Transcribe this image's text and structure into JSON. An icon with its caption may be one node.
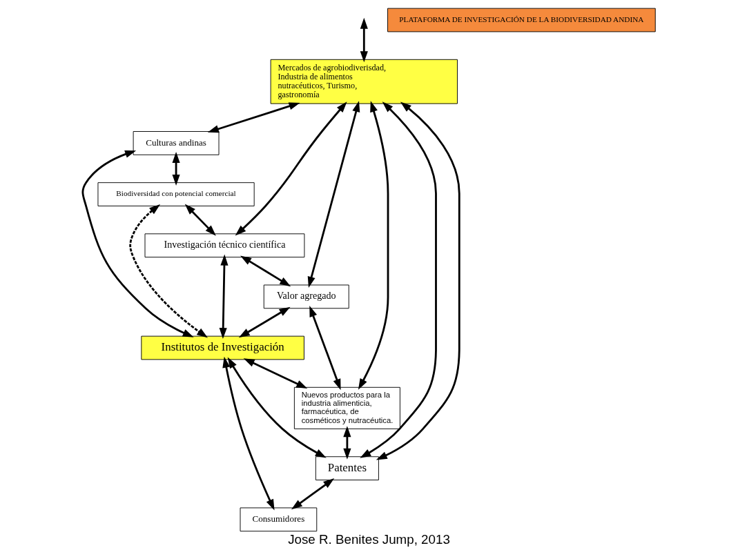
{
  "diagram": {
    "caption": "Jose R. Benites Jump, 2013",
    "nodes": [
      {
        "text": [
          "Mercados de agrobiodiverisdad, Industria de alimentos nutracéuticos, Turismo, gastronomía"
        ]
      },
      {
        "text": [
          "Culturas andinas"
        ]
      },
      {
        "text": [
          "Biodiversidad con potencial comercial"
        ]
      },
      {
        "text": [
          "Investigación técnico científica"
        ]
      },
      {
        "text": [
          "Valor agregado"
        ]
      },
      {
        "text": [
          "Institutos de Investigación"
        ]
      },
      {
        "text": [
          "Nuevos productos para la industria alimenticia, farmacéutica, de cosméticos y nutracéutica."
        ]
      },
      {
        "text": [
          "Patentes"
        ]
      },
      {
        "text": [
          "Consumidores"
        ]
      },
      {
        "text": [
          "PLATAFORMA DE INVESTIGACIÓN DE LA BIODIVERSIDAD ANDINA"
        ]
      }
    ],
    "edges": [
      {
        "from": 0,
        "to": 1,
        "arrow": "both"
      },
      {
        "from": 1,
        "to": 2,
        "arrow": "both"
      },
      {
        "from": 1,
        "to": 5,
        "arrow": "both"
      },
      {
        "from": 2,
        "to": 5,
        "arrow": "both",
        "style": "dashed"
      },
      {
        "from": 2,
        "to": 3,
        "arrow": "both"
      },
      {
        "from": null,
        "to": 0,
        "arrow": "both"
      },
      {
        "from": 3,
        "to": 0,
        "arrow": "both"
      },
      {
        "from": 3,
        "to": 5,
        "arrow": "both"
      },
      {
        "from": 3,
        "to": 4,
        "arrow": "both"
      },
      {
        "from": 0,
        "to": 4,
        "arrow": "both"
      },
      {
        "from": 4,
        "to": 5,
        "arrow": "both"
      },
      {
        "from": 4,
        "to": 6,
        "arrow": "both"
      },
      {
        "from": 0,
        "to": 6,
        "arrow": "both"
      },
      {
        "from": 5,
        "to": 6,
        "arrow": "both"
      },
      {
        "from": 5,
        "to": 7,
        "arrow": "both"
      },
      {
        "from": 6,
        "to": 7,
        "arrow": "both"
      },
      {
        "from": 0,
        "to": 7,
        "arrow": "both"
      },
      {
        "from": 0,
        "to": 7,
        "arrow": "both"
      },
      {
        "from": 7,
        "to": 8,
        "arrow": "both"
      },
      {
        "from": 5,
        "to": 8,
        "arrow": "both"
      }
    ]
  }
}
